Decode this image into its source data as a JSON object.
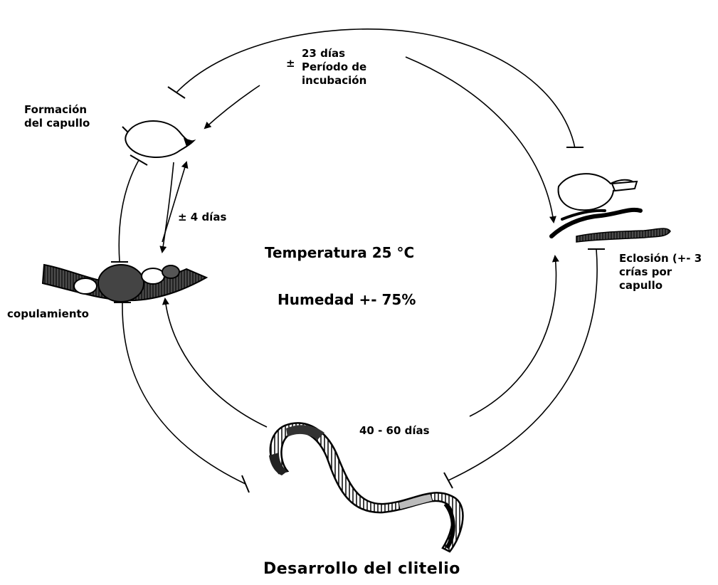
{
  "diagram": {
    "stage_cocoon_formation": [
      "Formación",
      "del capullo"
    ],
    "stage_mating": "copulamiento",
    "stage_hatching": [
      "Eclosión (+- 3",
      "crías por",
      "capullo"
    ],
    "stage_clitellum": "Desarrollo del clitelio",
    "incubation": {
      "prefix": "±",
      "lines": [
        "23 días",
        "Período de",
        "incubación"
      ]
    },
    "mating_interval": "± 4 días",
    "maturation_interval": "40 - 60 días",
    "temperature": "Temperatura 25 °C",
    "humidity": "Humedad +- 75%"
  }
}
